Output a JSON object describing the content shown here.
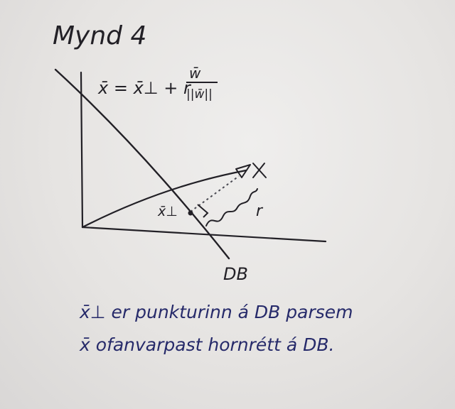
{
  "diagram": {
    "title": "Mynd 4",
    "equation": {
      "lhs": "x̄ = x̄⊥ + r",
      "fraction_top": "w̄",
      "fraction_bottom": "||w̄||"
    },
    "label_point_on_line": "x̄⊥",
    "label_point": "x̄",
    "label_distance": "r",
    "label_boundary": "DB"
  },
  "caption": {
    "line1": "x̄⊥ er punkturinn á DB parsem",
    "line2": "x̄ ofanvarpast hornrétt á DB."
  },
  "colors": {
    "pencil": "#222026",
    "blue_ink": "#262a6a"
  }
}
